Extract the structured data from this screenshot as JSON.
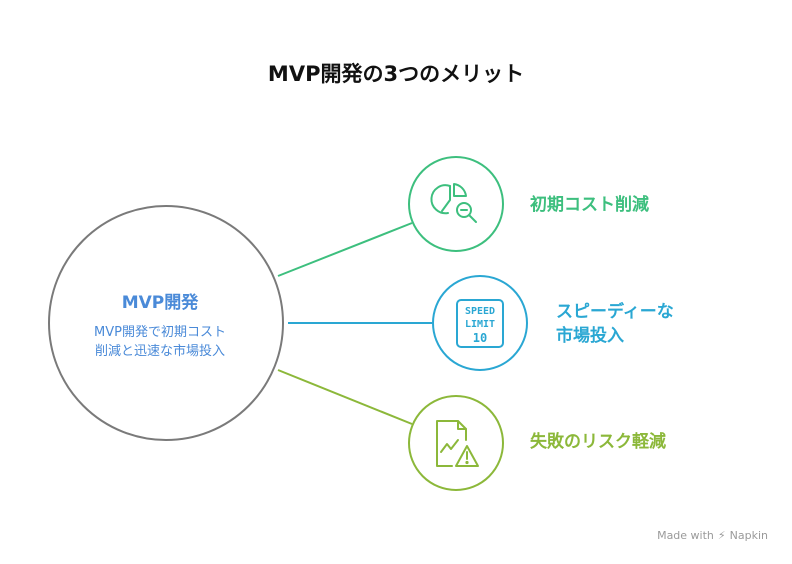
{
  "title": "MVP開発の3つのメリット",
  "center": {
    "title": "MVP開発",
    "description_line1": "MVP開発で初期コスト",
    "description_line2": "削減と迅速な市場投入"
  },
  "items": [
    {
      "label": "初期コスト削減",
      "icon": "pie-chart-magnifier-icon",
      "color": "#3dbf7e"
    },
    {
      "label_line1": "スピーディーな",
      "label_line2": "市場投入",
      "icon": "speed-limit-sign-icon",
      "color": "#2aa7d3"
    },
    {
      "label": "失敗のリスク軽減",
      "icon": "chart-document-warning-icon",
      "color": "#8cb83a"
    }
  ],
  "speed_sign": {
    "line1": "SPEED",
    "line2": "LIMIT",
    "line3": "10"
  },
  "colors": {
    "center_title": "#4a8ad8",
    "center_circle": "#7a7a7a"
  },
  "watermark": {
    "text": "Made with",
    "brand": "Napkin"
  }
}
